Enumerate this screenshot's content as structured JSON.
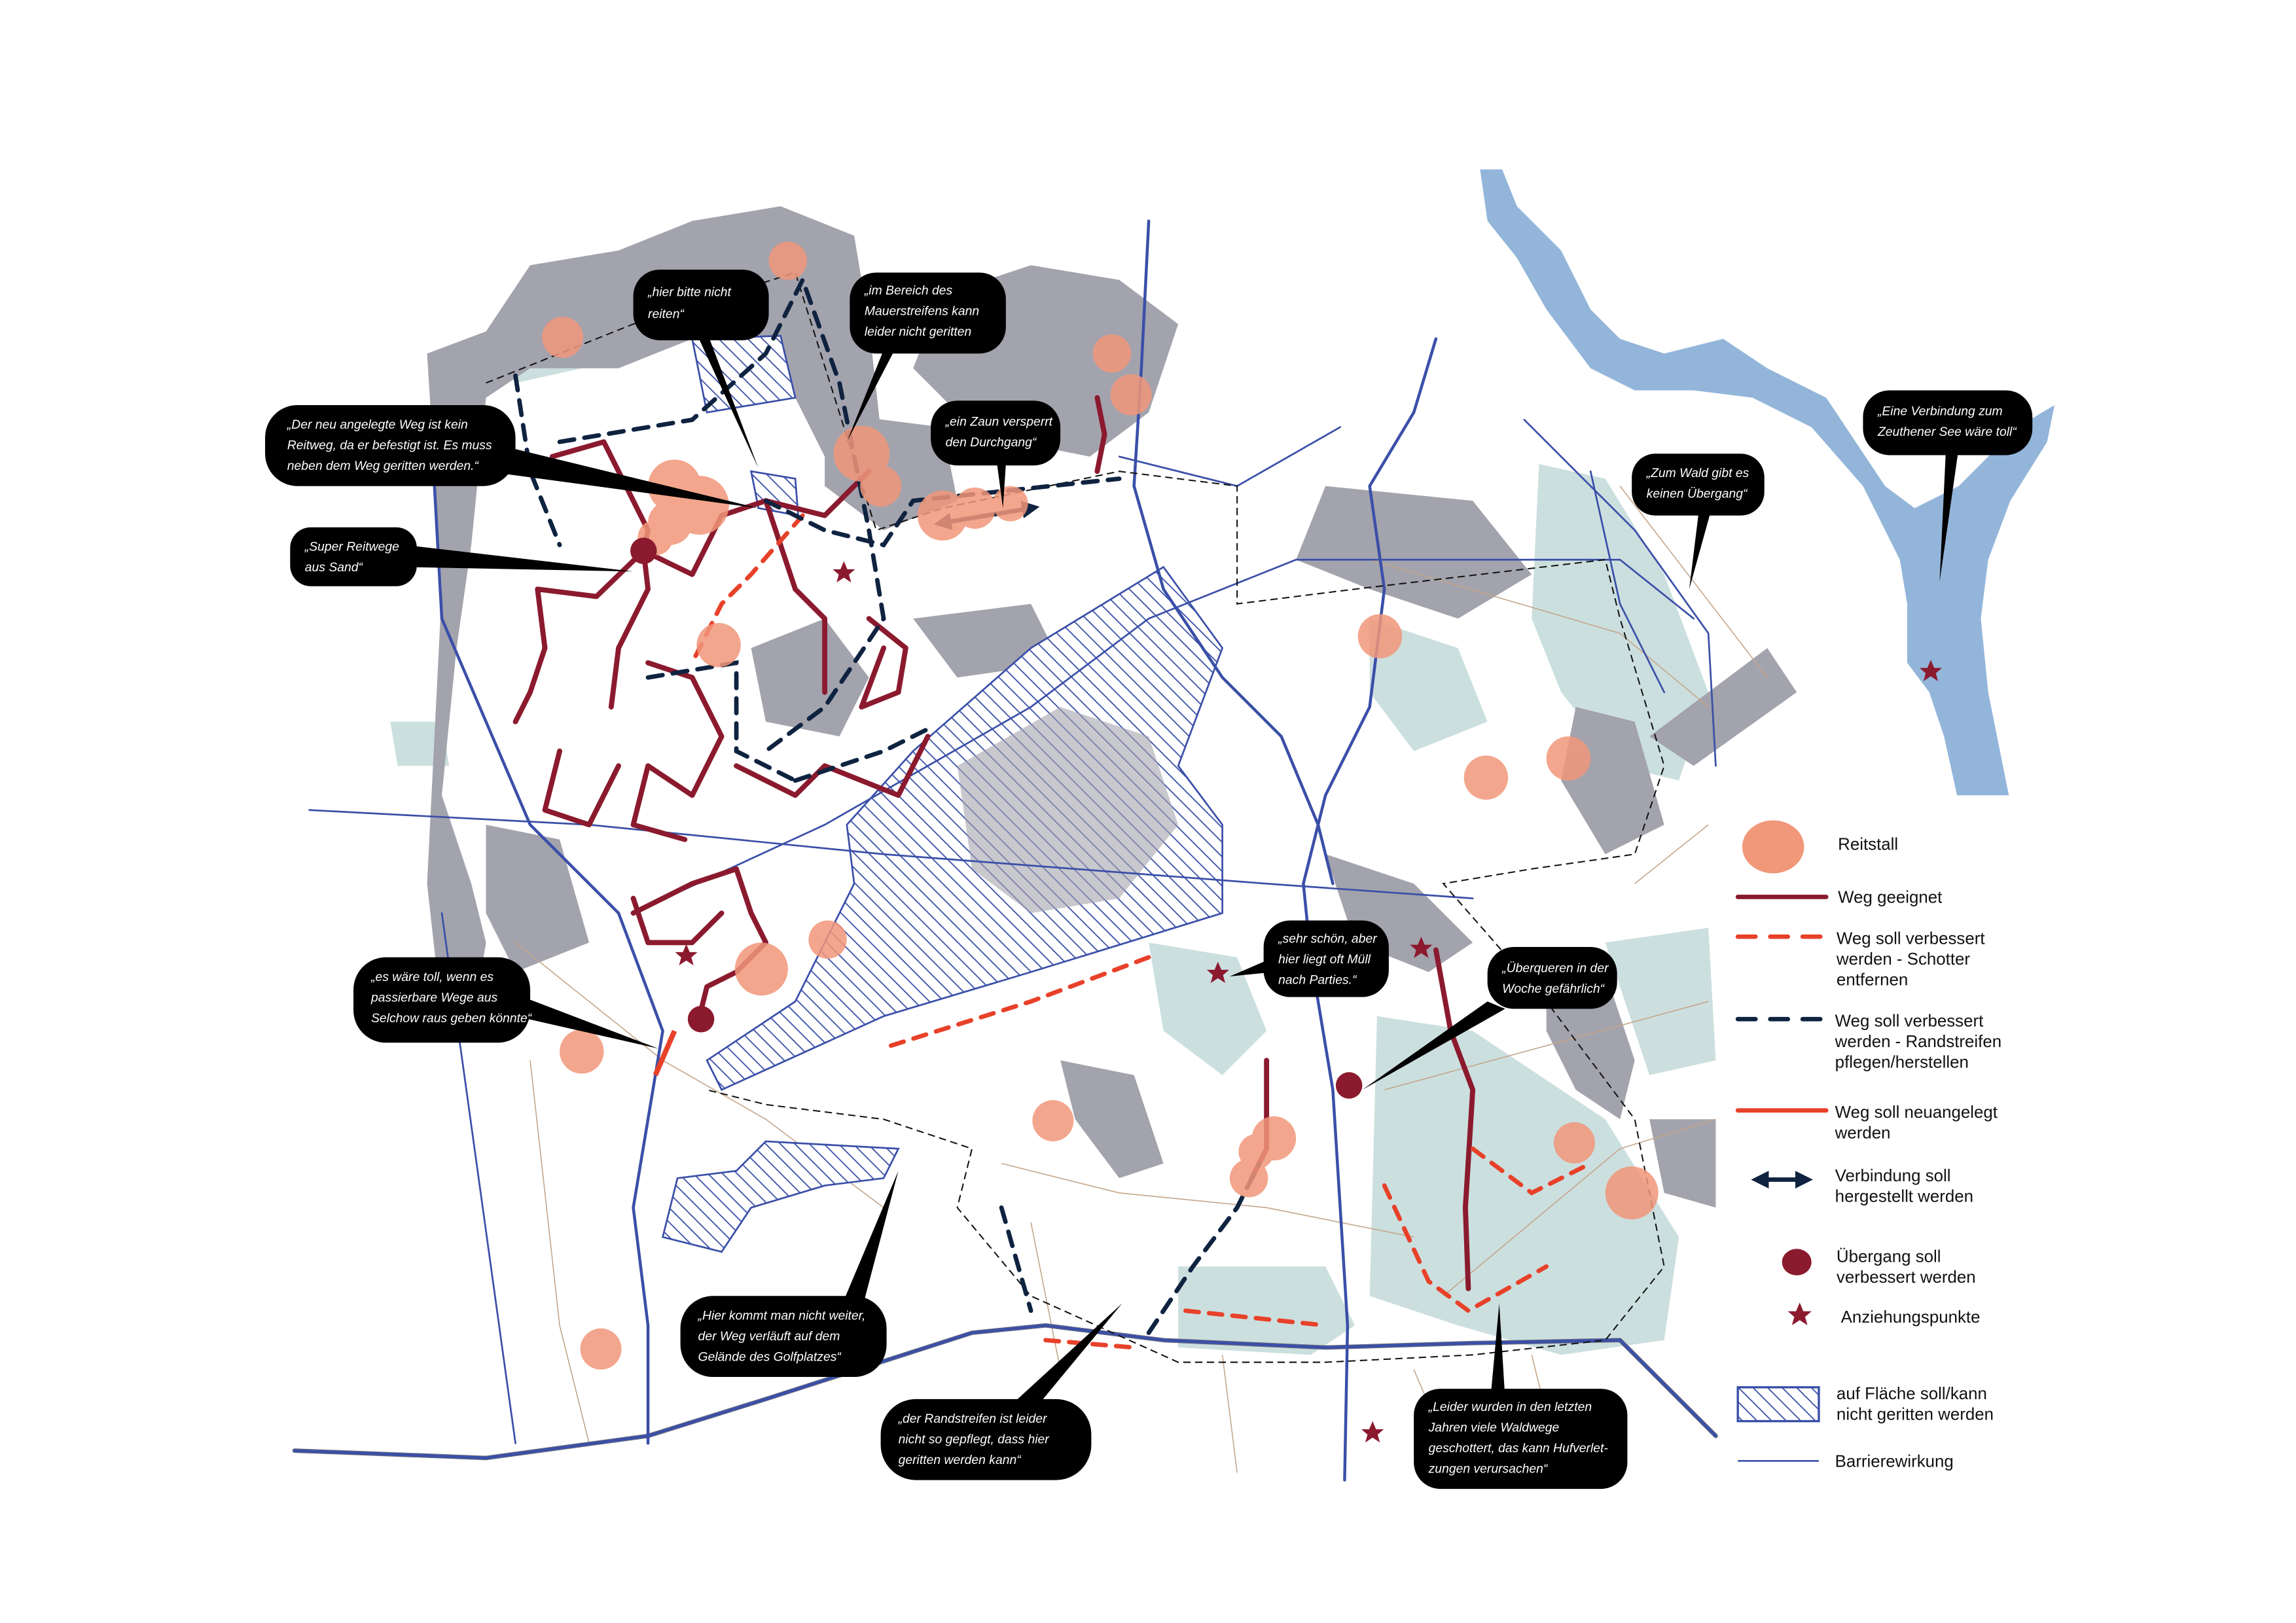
{
  "colors": {
    "reitstall": "#f1977a",
    "weg_geeignet": "#8b1a2e",
    "weg_schotter": "#e8412a",
    "weg_randstreifen": "#0f2340",
    "weg_neu": "#e8412a",
    "uebergang": "#8b1a2e",
    "hatch": "#3a4fa8",
    "barriere": "#3a4fa8",
    "settlement": "#a3a3ad",
    "forest": "#c7dcdb",
    "water": "#93b5da"
  },
  "bubbles": [
    {
      "id": "hier-bitte-nicht-reiten",
      "lines": [
        "„hier bitte nicht",
        "reiten“"
      ]
    },
    {
      "id": "mauerstreifen",
      "lines": [
        "„im Bereich des",
        "Mauerstreifens kann",
        "leider nicht geritten"
      ]
    },
    {
      "id": "neu-angelegte-weg",
      "lines": [
        "„Der neu angelegte Weg ist kein",
        "Reitweg, da er befestigt ist. Es muss",
        "neben dem Weg geritten werden.“"
      ]
    },
    {
      "id": "zaun",
      "lines": [
        "„ein Zaun versperrt",
        "den Durchgang“"
      ]
    },
    {
      "id": "super-reitwege",
      "lines": [
        "„Super Reitwege",
        "aus Sand“"
      ]
    },
    {
      "id": "zeuthener-see",
      "lines": [
        "„Eine Verbindung zum",
        "Zeuthener See wäre toll“"
      ]
    },
    {
      "id": "wald-uebergang",
      "lines": [
        "„Zum Wald gibt es",
        "keinen Übergang“"
      ]
    },
    {
      "id": "selchow",
      "lines": [
        "„es wäre toll, wenn es",
        "passierbare Wege aus",
        "Selchow raus geben könnte“"
      ]
    },
    {
      "id": "muell",
      "lines": [
        "„sehr schön, aber",
        "hier liegt oft Müll",
        "nach Parties.“"
      ]
    },
    {
      "id": "ueberqueren",
      "lines": [
        "„Überqueren in der",
        "Woche gefährlich“"
      ]
    },
    {
      "id": "golfplatz",
      "lines": [
        "„Hier kommt man nicht weiter,",
        "der Weg verläuft auf dem",
        "Gelände des Golfplatzes“"
      ]
    },
    {
      "id": "randstreifen",
      "lines": [
        "„der Randstreifen ist leider",
        "nicht so gepflegt, dass hier",
        "geritten werden kann“"
      ]
    },
    {
      "id": "waldwege",
      "lines": [
        "„Leider wurden in den letzten",
        "Jahren viele Waldwege",
        "geschottert, das kann Hufverlet-",
        "zungen verursachen“"
      ]
    }
  ],
  "legend": {
    "items": [
      {
        "symbol": "reitstall-circle",
        "lines": [
          "Reitstall"
        ]
      },
      {
        "symbol": "weg-geeignet-line",
        "lines": [
          "Weg geeignet"
        ]
      },
      {
        "symbol": "red-dashed-line",
        "lines": [
          "Weg soll verbessert",
          "werden - Schotter",
          "entfernen"
        ]
      },
      {
        "symbol": "navy-dashed-line",
        "lines": [
          "Weg soll verbessert",
          "werden - Randstreifen",
          "pflegen/herstellen"
        ]
      },
      {
        "symbol": "red-solid-line",
        "lines": [
          "Weg soll neuangelegt",
          "werden"
        ]
      },
      {
        "symbol": "double-arrow",
        "lines": [
          "Verbindung soll",
          "hergestellt werden"
        ]
      },
      {
        "symbol": "dark-red-dot",
        "lines": [
          "Übergang soll",
          "verbessert werden"
        ]
      },
      {
        "symbol": "star",
        "lines": [
          "Anziehungspunkte"
        ]
      },
      {
        "symbol": "hatched-box",
        "lines": [
          "auf Fläche soll/kann",
          "nicht geritten werden"
        ]
      },
      {
        "symbol": "blue-thin-line",
        "lines": [
          "Barrierewirkung"
        ]
      }
    ]
  }
}
